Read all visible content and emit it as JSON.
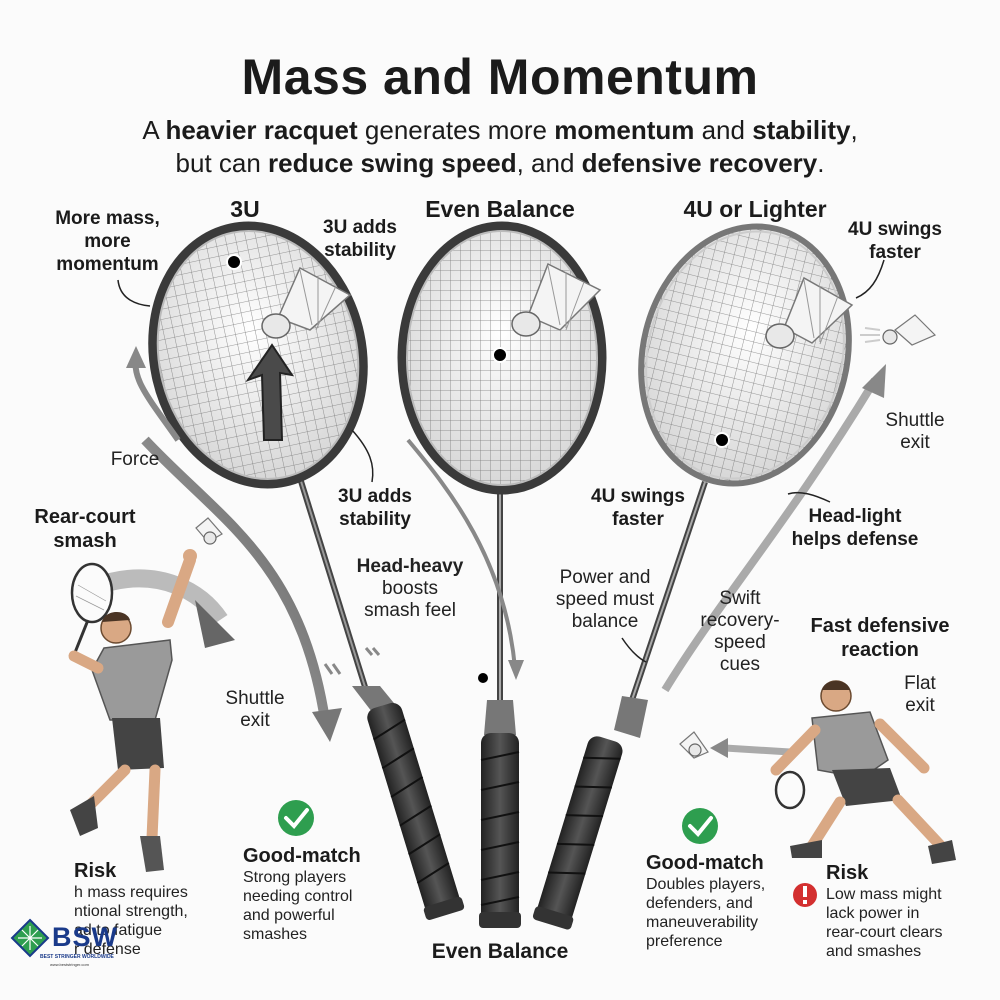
{
  "title": "Mass and Momentum",
  "subtitle": {
    "t1": "A ",
    "b1": "heavier racquet",
    "t2": " generates more ",
    "b2": "momentum",
    "t3": " and ",
    "b3": "stability",
    "t4": ",",
    "t5": "but can ",
    "b4": "reduce swing speed",
    "t6": ", and ",
    "b5": "defensive recovery",
    "t7": "."
  },
  "racquets": {
    "left_heading": "3U",
    "center_heading": "Even Balance",
    "right_heading": "4U or Lighter",
    "bottom_heading": "Even Balance"
  },
  "callouts": {
    "more_mass": [
      "More mass,",
      "more",
      "momentum"
    ],
    "adds_stability_top": [
      "3U adds",
      "stability"
    ],
    "swings_faster_top": [
      "4U swings",
      "faster"
    ],
    "force": "Force",
    "adds_stability_mid": [
      "3U adds",
      "stability"
    ],
    "swings_faster_mid": [
      "4U swings",
      "faster"
    ],
    "shuttle_exit_right": [
      "Shuttle",
      "exit"
    ],
    "head_light": [
      "Head-light",
      "helps defense"
    ],
    "rear_court": [
      "Rear-court",
      "smash"
    ],
    "head_heavy": [
      "Head-heavy",
      "boosts",
      "smash feel"
    ],
    "power_speed": [
      "Power and",
      "speed must",
      "balance"
    ],
    "swift_recovery": [
      "Swift",
      "recovery-",
      "speed",
      "cues"
    ],
    "fast_defensive": [
      "Fast defensive",
      "reaction"
    ],
    "shuttle_exit_left": [
      "Shuttle",
      "exit"
    ],
    "flat_exit": [
      "Flat",
      "exit"
    ]
  },
  "panels": {
    "risk_left_title": "Risk",
    "risk_left_lines": [
      "h mass requires",
      "ntional strength,",
      "ad to fatigue",
      "r defense"
    ],
    "good_left_title": "Good-match",
    "good_left_lines": [
      "Strong players",
      "needing control",
      "and powerful",
      "smashes"
    ],
    "good_right_title": "Good-match",
    "good_right_lines": [
      "Doubles players,",
      "defenders, and",
      "maneuverability",
      "preference"
    ],
    "risk_right_title": "Risk",
    "risk_right_lines": [
      "Low mass might",
      "lack power in",
      "rear-court clears",
      "and smashes"
    ]
  },
  "logo": {
    "name": "BSW",
    "tagline": "BEST STRINGER WORLDWIDE",
    "url": "www.beststringer.com"
  },
  "colors": {
    "ink": "#1b1b1b",
    "check_green": "#2e9e4f",
    "risk_red": "#d32f2f",
    "grip": "#3a3a3a",
    "logo_blue": "#1a3a8a"
  }
}
